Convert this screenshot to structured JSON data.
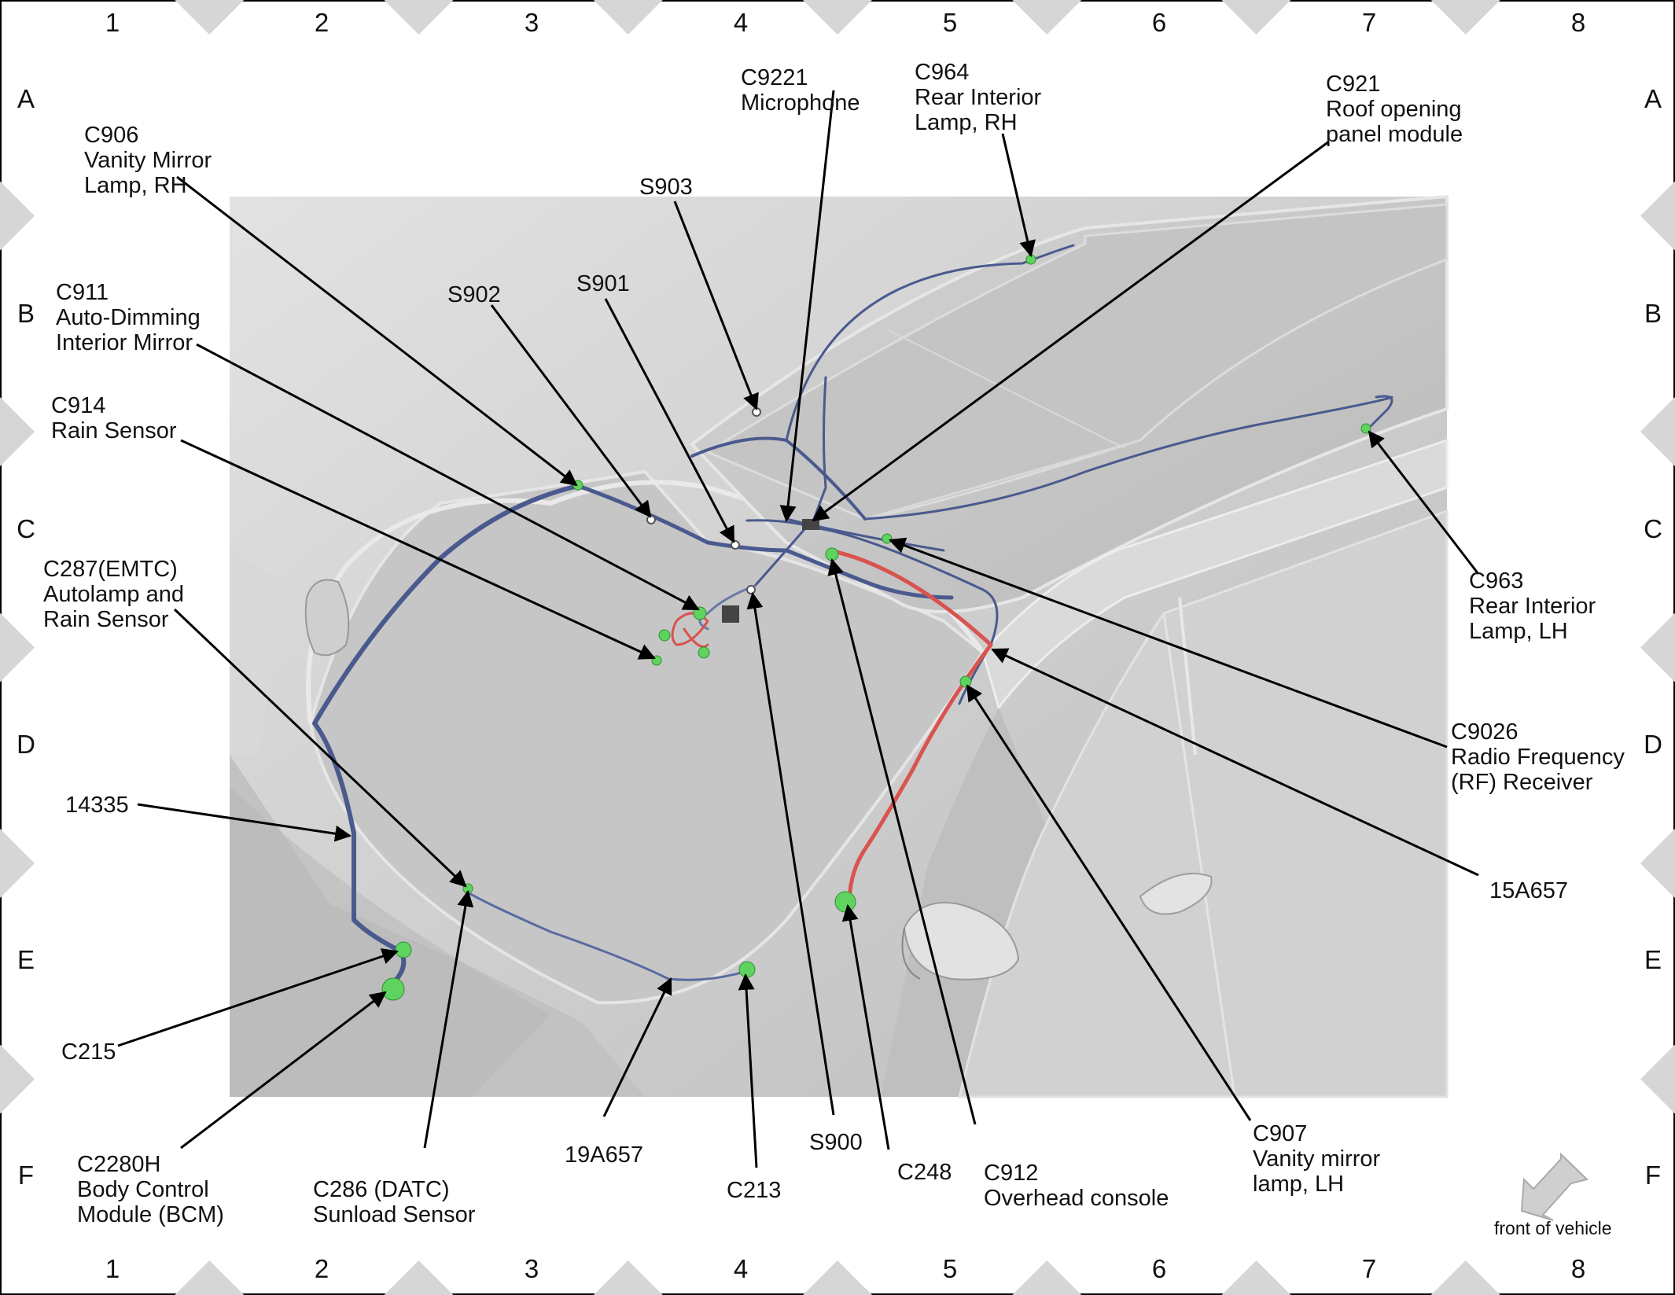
{
  "columns": [
    "1",
    "2",
    "3",
    "4",
    "5",
    "6",
    "7",
    "8"
  ],
  "rows": [
    "A",
    "B",
    "C",
    "D",
    "E",
    "F"
  ],
  "labels": {
    "c9221": [
      "C9221",
      "Microphone"
    ],
    "c964": [
      "C964",
      "Rear Interior",
      "Lamp, RH"
    ],
    "c921": [
      "C921",
      "Roof opening",
      "panel module"
    ],
    "c906": [
      "C906",
      "Vanity Mirror",
      "Lamp, RH"
    ],
    "s903": [
      "S903"
    ],
    "s902": [
      "S902"
    ],
    "s901": [
      "S901"
    ],
    "c911": [
      "C911",
      "Auto-Dimming",
      "Interior Mirror"
    ],
    "c914": [
      "C914",
      "Rain Sensor"
    ],
    "c287": [
      "C287(EMTC)",
      "Autolamp and",
      "Rain Sensor"
    ],
    "c963": [
      "C963",
      "Rear Interior",
      "Lamp, LH"
    ],
    "c9026": [
      "C9026",
      "Radio Frequency",
      "(RF) Receiver"
    ],
    "n14335": [
      "14335"
    ],
    "n15a657": [
      "15A657"
    ],
    "c215": [
      "C215"
    ],
    "c2280h": [
      "C2280H",
      "Body Control",
      "Module (BCM)"
    ],
    "c286": [
      "C286  (DATC)",
      "Sunload Sensor"
    ],
    "n19a657": [
      "19A657"
    ],
    "c213": [
      "C213"
    ],
    "s900": [
      "S900"
    ],
    "c248": [
      "C248"
    ],
    "c912": [
      "C912",
      "Overhead console"
    ],
    "c907": [
      "C907",
      "Vanity mirror",
      "lamp, LH"
    ]
  },
  "front_label": "front of vehicle",
  "colors": {
    "wire_blue": "#4a5a8e",
    "wire_red": "#d9534f",
    "connector": "#5fd35f",
    "body": "#c9c9c9"
  }
}
